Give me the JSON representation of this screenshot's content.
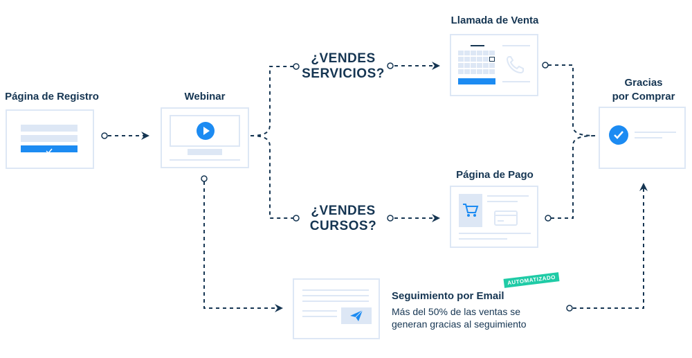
{
  "nodes": {
    "registro": {
      "label": "Página de Registro"
    },
    "webinar": {
      "label": "Webinar"
    },
    "venta": {
      "label": "Llamada de Venta"
    },
    "pago": {
      "label": "Página de Pago"
    },
    "gracias": {
      "label_line1": "Gracias",
      "label_line2": "por Comprar"
    },
    "email": {
      "label": "Seguimiento por Email",
      "badge": "AUTOMATIZADO",
      "desc_line1": "Más del 50% de las ventas se",
      "desc_line2": "generan gracias al seguimiento"
    }
  },
  "questions": {
    "servicios": {
      "line1": "¿VENDES",
      "line2": "SERVICIOS?"
    },
    "cursos": {
      "line1": "¿VENDES",
      "line2": "CURSOS?"
    }
  },
  "icons": {
    "play": "play-icon",
    "phone": "phone-icon",
    "cart": "cart-icon",
    "card": "credit-card-icon",
    "check": "check-icon",
    "send": "paper-plane-icon"
  },
  "colors": {
    "text": "#153552",
    "accent": "#1c8bf2",
    "badge": "#1fcba6",
    "card_border": "#dde7f5",
    "line": "#153552"
  }
}
